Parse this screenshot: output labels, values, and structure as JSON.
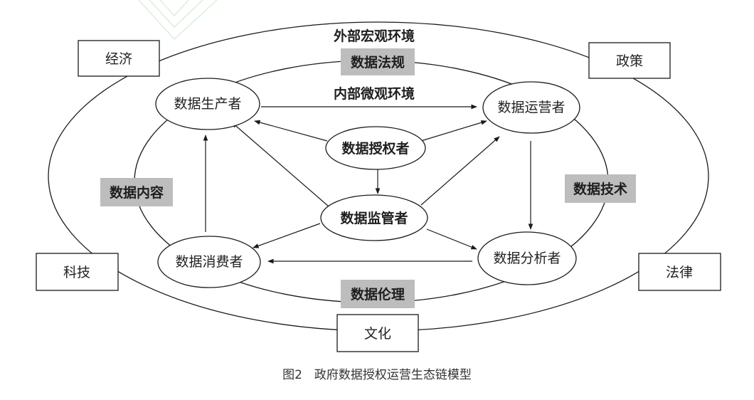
{
  "diagram": {
    "outer_label": "外部宏观环境",
    "inner_label": "内部微观环境",
    "environment": {
      "economy": "经济",
      "policy": "政策",
      "technology": "科技",
      "law": "法律",
      "culture": "文化"
    },
    "attributes": {
      "regulation": "数据法规",
      "content": "数据内容",
      "tech": "数据技术",
      "ethics": "数据伦理"
    },
    "roles": {
      "producer": "数据生产者",
      "operator": "数据运营者",
      "authorizer": "数据授权者",
      "supervisor": "数据监管者",
      "consumer": "数据消费者",
      "analyst": "数据分析者"
    },
    "caption": "图2　政府数据授权运营生态链模型",
    "colors": {
      "stroke": "#1a1a1a",
      "label_fill": "#bdbdbd",
      "deco": "#d5f2d5"
    }
  }
}
